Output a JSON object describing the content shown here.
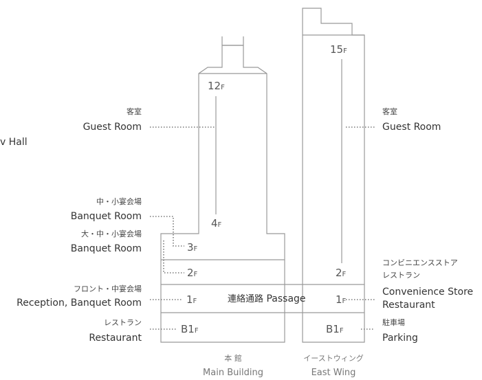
{
  "left_edge_label": "v Hall",
  "main_building": {
    "name_jp": "本 館",
    "name_en": "Main Building",
    "floors": {
      "f12": "12",
      "f4": "4",
      "f3": "3",
      "f2": "2",
      "f1": "1",
      "fb1": "B1",
      "suffix": "F"
    }
  },
  "east_wing": {
    "name_jp": "イーストウィング",
    "name_en": "East Wing",
    "floors": {
      "f15": "15",
      "f2": "2",
      "f1": "1",
      "fb1": "B1",
      "suffix": "F"
    }
  },
  "passage": {
    "label_jp": "連絡通路",
    "label_en": "Passage"
  },
  "left_labels": {
    "guest_room_jp": "客室",
    "guest_room_en": "Guest Room",
    "banquet_small_jp": "中・小宴会場",
    "banquet_small_en": "Banquet Room",
    "banquet_large_jp": "大・中・小宴会場",
    "banquet_large_en": "Banquet Room",
    "reception_jp": "フロント・中宴会場",
    "reception_en": "Reception, Banquet Room",
    "restaurant_jp": "レストラン",
    "restaurant_en": "Restaurant"
  },
  "right_labels": {
    "guest_room_jp": "客室",
    "guest_room_en": "Guest Room",
    "convenience_jp": "コンビニエンスストア",
    "restaurant_jp": "レストラン",
    "convenience_en": "Convenience Store",
    "restaurant_en": "Restaurant",
    "parking_jp": "駐車場",
    "parking_en": "Parking"
  },
  "colors": {
    "outline": "#999999",
    "dots": "#777777",
    "text": "#333333"
  }
}
